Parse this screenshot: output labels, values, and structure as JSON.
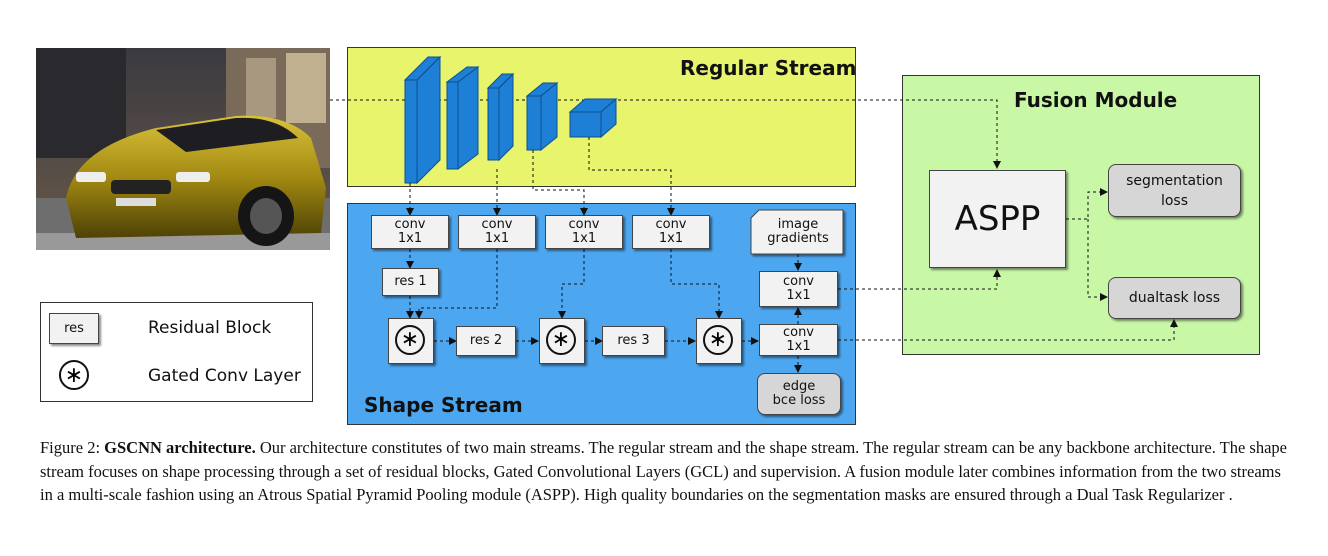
{
  "regular_stream": {
    "title": "Regular Stream"
  },
  "shape_stream": {
    "title": "Shape Stream",
    "conv_boxes": [
      {
        "line1": "conv",
        "line2": "1x1"
      },
      {
        "line1": "conv",
        "line2": "1x1"
      },
      {
        "line1": "conv",
        "line2": "1x1"
      },
      {
        "line1": "conv",
        "line2": "1x1"
      }
    ],
    "res1": "res 1",
    "res2": "res 2",
    "res3": "res 3",
    "gcl_symbol": "∗",
    "image_gradients": {
      "line1": "image",
      "line2": "gradients"
    },
    "conv_right_top": {
      "line1": "conv",
      "line2": "1x1"
    },
    "conv_right_bottom": {
      "line1": "conv",
      "line2": "1x1"
    },
    "edge_loss": {
      "line1": "edge",
      "line2": "bce loss"
    }
  },
  "fusion_module": {
    "title": "Fusion Module",
    "aspp": "ASPP",
    "seg_loss": {
      "line1": "segmentation",
      "line2": "loss"
    },
    "dualtask_loss": "dualtask loss"
  },
  "legend": {
    "res_label": "res",
    "res_desc": "Residual Block",
    "gcl_desc": "Gated Conv Layer"
  },
  "caption": {
    "prefix": "Figure 2: ",
    "bold": "GSCNN architecture.",
    "text": " Our architecture constitutes of two main streams. The regular stream and the shape stream. The regular stream can be any backbone architecture. The shape stream focuses on shape processing through a set of residual blocks, Gated Convolutional Layers (GCL) and supervision. A fusion module later combines information from the two streams in a multi-scale fashion using an Atrous Spatial Pyramid Pooling module (ASPP). High quality boundaries on the segmentation masks are ensured through a Dual Task Regularizer ."
  },
  "colors": {
    "regular_bg": "#e8f46c",
    "shape_bg": "#4da6f0",
    "fusion_bg": "#c8f7a6",
    "layer_blue": "#1d7fd6",
    "car": "#b49a1c"
  }
}
